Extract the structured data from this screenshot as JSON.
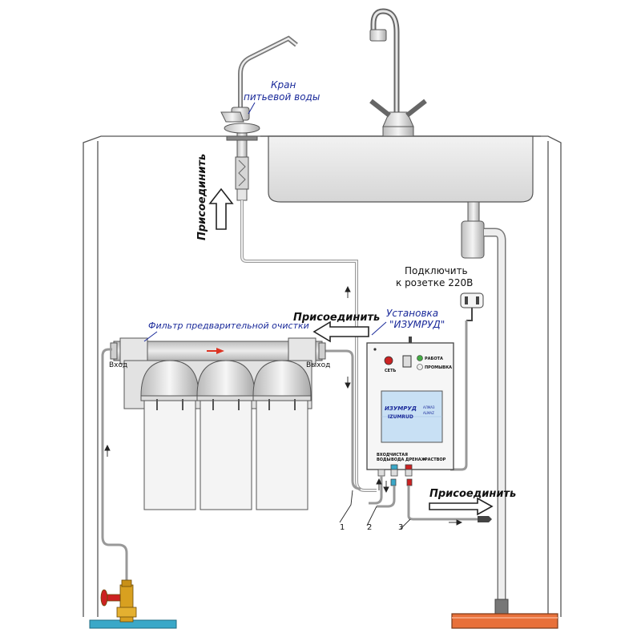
{
  "labels": {
    "faucet_title_line1": "Кран",
    "faucet_title_line2": "питьевой воды",
    "connect_vertical": "Присоединить",
    "connect_middle": "Присоединить",
    "connect_right": "Присоединить",
    "power_line1": "Подключить",
    "power_line2": "к розетке 220В",
    "unit_line1": "Установка",
    "unit_line2": "\"ИЗУМРУД\"",
    "prefilter_title": "Фильтр предварительной очистки",
    "inlet": "Вход",
    "outlet": "Выход",
    "line_num_1": "1",
    "line_num_2": "2",
    "line_num_3": "3"
  },
  "unit_panel": {
    "power_label": "СЕТЬ",
    "status_work": "РАБОТА",
    "status_flush": "ПРОМЫВКА",
    "brand_main": "ИЗУМРУД",
    "brand_sub": "IZUMRUD",
    "brand_side1": "АЛМАЗ",
    "brand_side2": "ALMAZ",
    "port_inlet_1": "ВХОД",
    "port_inlet_2": "ВОДЫ",
    "port_clean_1": "ЧИСТАЯ",
    "port_clean_2": "ВОДА",
    "port_drain": "ДРЕНАЖ",
    "port_solution": "РАСТВОР"
  },
  "colors": {
    "outline": "#444444",
    "cabinet_line": "#555555",
    "sink_fill": "#e2e2e2",
    "housing_fill": "#f2f2f2",
    "tube_fill": "#cfcfcf",
    "label_blue": "#1a2a9a",
    "floor_pipe_blue": "#3aa8c8",
    "drain_pipe_orange": "#e8703a",
    "valve_red": "#cc2222",
    "valve_brass": "#d8a020",
    "lcd_blue": "#c8e0f4",
    "flow_arrow_red": "#dd3322"
  }
}
